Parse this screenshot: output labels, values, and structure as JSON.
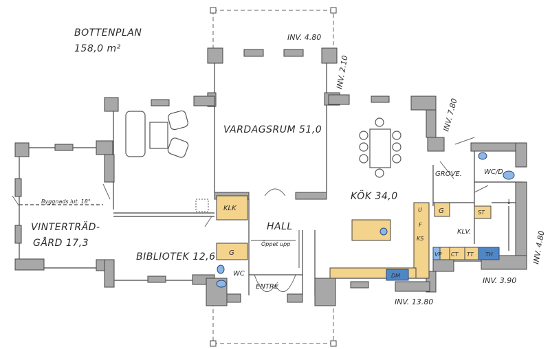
{
  "title": "BOTTENPLAN",
  "area": "158,0 m²",
  "rooms": {
    "vardagsrum": "VARDAGSRUM 51,0",
    "kok": "KÖK 34,0",
    "vintertradgard_1": "VINTERTRÄD-",
    "vintertradgard_2": "GÅRD 17,3",
    "bibliotek": "BIBLIOTEK 12,6",
    "hall": "HALL",
    "entre": "ENTRÉ",
    "klk": "KLK",
    "wc": "WC",
    "grovent": "GROVE.",
    "wcd": "WC/D",
    "klv": "KLV."
  },
  "notes": {
    "roof_slope": "Byggnads lut. 18°",
    "stair": "Öppet upp"
  },
  "fixtures": {
    "g_hall": "G",
    "g_kitchen": "G",
    "st": "ST",
    "u": "U",
    "f": "F",
    "ks": "KS",
    "dm": "DM",
    "vp": "VP",
    "ct": "CT",
    "tt": "TT",
    "th": "TH"
  },
  "dimensions": {
    "top": "INV. 4.80",
    "top_side": "INV. 2.10",
    "right_upper": "INV. 7.80",
    "right_side": "INV. 4.80",
    "bottom_right": "INV. 3.90",
    "bottom": "INV. 13.80"
  },
  "colors": {
    "wall": "#a8a8a8",
    "line": "#444444",
    "cabinet": "#f4d38c",
    "appliance": "#4f86c6",
    "fixture_blue": "#8cb8e6"
  }
}
